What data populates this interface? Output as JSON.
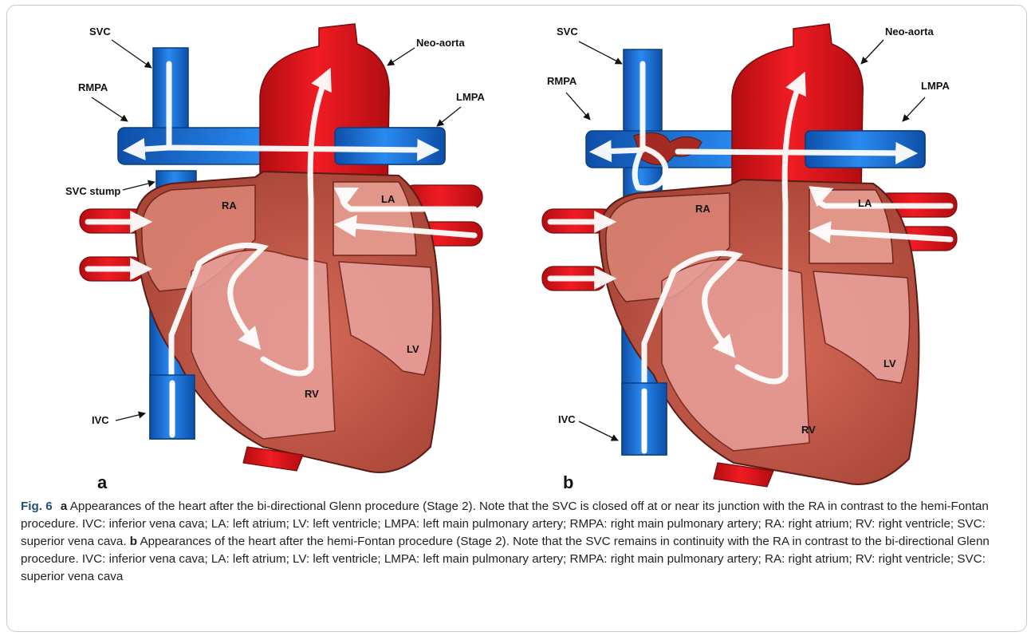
{
  "colors": {
    "vein_blue": "#1f78e0",
    "vein_blue_dark": "#0d4fa8",
    "artery_red": "#e8141b",
    "artery_red_dark": "#9b0d10",
    "heart_tissue": "#c65a4a",
    "heart_tissue_dark": "#7a2e24",
    "chamber_pink": "#e8a09a",
    "flow_white": "#ffffff",
    "caption_label_blue": "#1f4e79"
  },
  "panel_a": {
    "letter": "a",
    "labels": {
      "svc": "SVC",
      "neo_aorta": "Neo-aorta",
      "rmpa": "RMPA",
      "lmpa": "LMPA",
      "svc_stump": "SVC stump",
      "ra": "RA",
      "la": "LA",
      "lv": "LV",
      "rv": "RV",
      "ivc": "IVC"
    }
  },
  "panel_b": {
    "letter": "b",
    "labels": {
      "svc": "SVC",
      "neo_aorta": "Neo-aorta",
      "rmpa": "RMPA",
      "lmpa": "LMPA",
      "ra": "RA",
      "la": "LA",
      "lv": "LV",
      "rv": "RV",
      "ivc": "IVC"
    }
  },
  "caption": {
    "figure_label": "Fig. 6",
    "part_a_letter": "a",
    "part_a_text": "Appearances of the heart after the bi-directional Glenn procedure (Stage 2). Note that the SVC is closed off at or near its junction with the RA in contrast to the hemi-Fontan procedure. IVC: inferior vena cava; LA: left atrium; LV: left ventricle; LMPA: left main pulmonary artery; RMPA: right main pulmonary artery; RA: right atrium; RV: right ventricle; SVC: superior vena cava.",
    "part_b_letter": "b",
    "part_b_text": "Appearances of the heart after the hemi-Fontan procedure (Stage 2). Note that the SVC remains in continuity with the RA in contrast to the bi-directional Glenn procedure. IVC: inferior vena cava; LA: left atrium; LV: left ventricle; LMPA: left main pulmonary artery; RMPA: right main pulmonary artery; RA: right atrium; RV: right ventricle; SVC: superior vena cava"
  }
}
